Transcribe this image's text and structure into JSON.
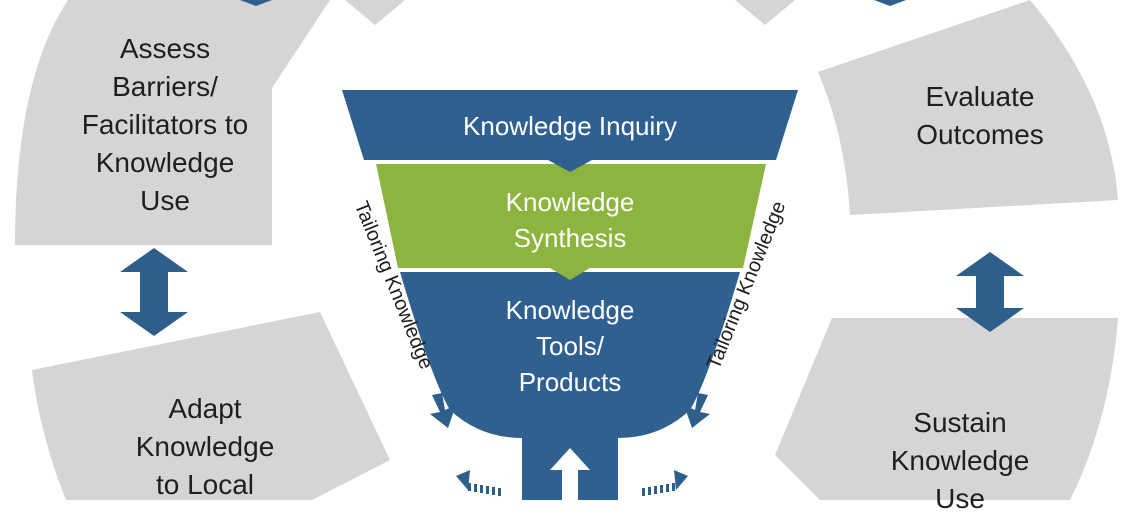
{
  "colors": {
    "segment": "#d5d5d5",
    "arrow": "#2e5f8a",
    "funnel_blue": "#2f6090",
    "funnel_green": "#8db43f",
    "text_dark": "#1f1f1f",
    "text_light": "#ffffff"
  },
  "cycle": {
    "assess": {
      "lines": [
        "Assess",
        "Barriers/",
        "Facilitators to",
        "Knowledge",
        "Use"
      ]
    },
    "adapt": {
      "lines": [
        "Adapt",
        "Knowledge",
        "to Local"
      ]
    },
    "evaluate": {
      "lines": [
        "Evaluate",
        "Outcomes"
      ]
    },
    "sustain": {
      "lines": [
        "Sustain",
        "Knowledge",
        "Use"
      ]
    }
  },
  "funnel": {
    "inquiry": "Knowledge Inquiry",
    "synthesis": {
      "lines": [
        "Knowledge",
        "Synthesis"
      ]
    },
    "tools": {
      "lines": [
        "Knowledge",
        "Tools/",
        "Products"
      ]
    }
  },
  "tailoring": {
    "left": "Tailoring Knowledge",
    "right": "Tailoring Knowledge"
  }
}
